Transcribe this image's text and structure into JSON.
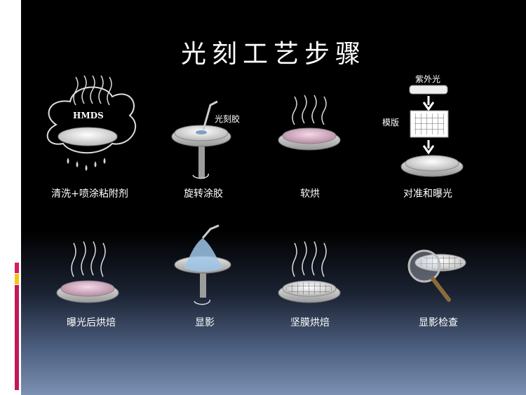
{
  "title": "光刻工艺步骤",
  "labels": {
    "hmds": "HMDS",
    "photoresist": "光刻胶",
    "uv": "紫外光",
    "mask": "模版"
  },
  "steps": [
    {
      "label": "清洗+喷涂粘附剂"
    },
    {
      "label": "旋转涂胶"
    },
    {
      "label": "软烘"
    },
    {
      "label": "对准和曝光"
    },
    {
      "label": "曝光后烘焙"
    },
    {
      "label": "显影"
    },
    {
      "label": "坚膜烘焙"
    },
    {
      "label": "显影检查"
    }
  ],
  "colors": {
    "background": "#000000",
    "accent_bar": [
      "#d81b60",
      "#f5c518",
      "#7a7a7a"
    ]
  }
}
